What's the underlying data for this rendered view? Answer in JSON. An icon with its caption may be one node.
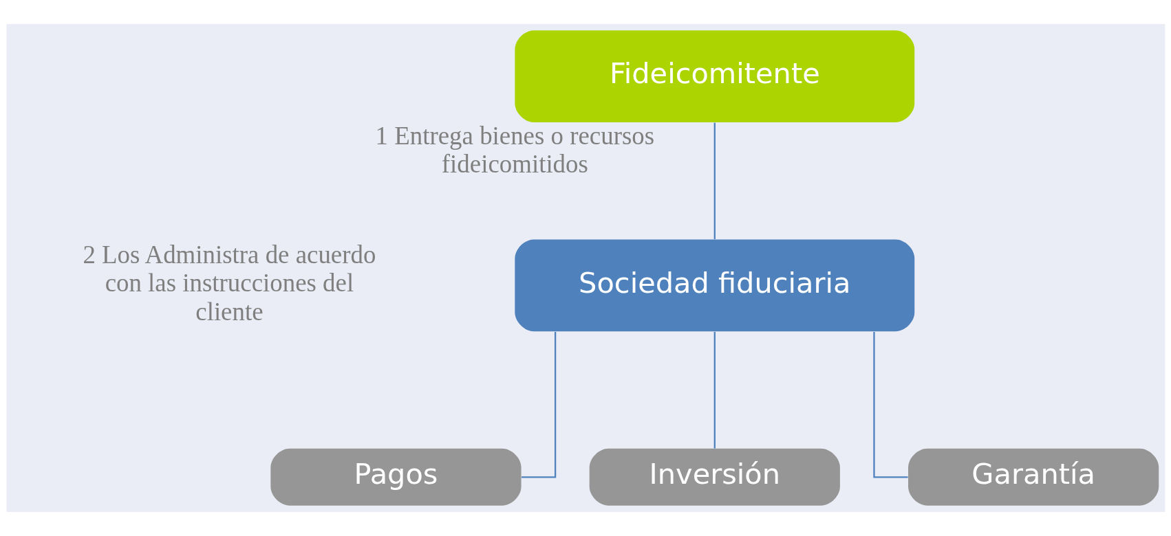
{
  "diagram": {
    "nodes": [
      {
        "text": [
          "Fideicomitente"
        ]
      },
      {
        "text": [
          "Sociedad fiduciaria"
        ]
      },
      {
        "text": [
          "Pagos"
        ]
      },
      {
        "text": [
          "Inversión"
        ]
      },
      {
        "text": [
          "Garantía"
        ]
      }
    ],
    "edges": [
      {
        "from": 0,
        "to": 1,
        "arrow": "none",
        "label": "1 Entrega bienes o recursos fideicomitidos"
      },
      {
        "from": 1,
        "to": 2,
        "arrow": "none"
      },
      {
        "from": 1,
        "to": 3,
        "arrow": "none"
      },
      {
        "from": 1,
        "to": 4,
        "arrow": "none"
      }
    ],
    "labels": [
      "2 Los Administra de acuerdo con las instrucciones del cliente"
    ]
  }
}
